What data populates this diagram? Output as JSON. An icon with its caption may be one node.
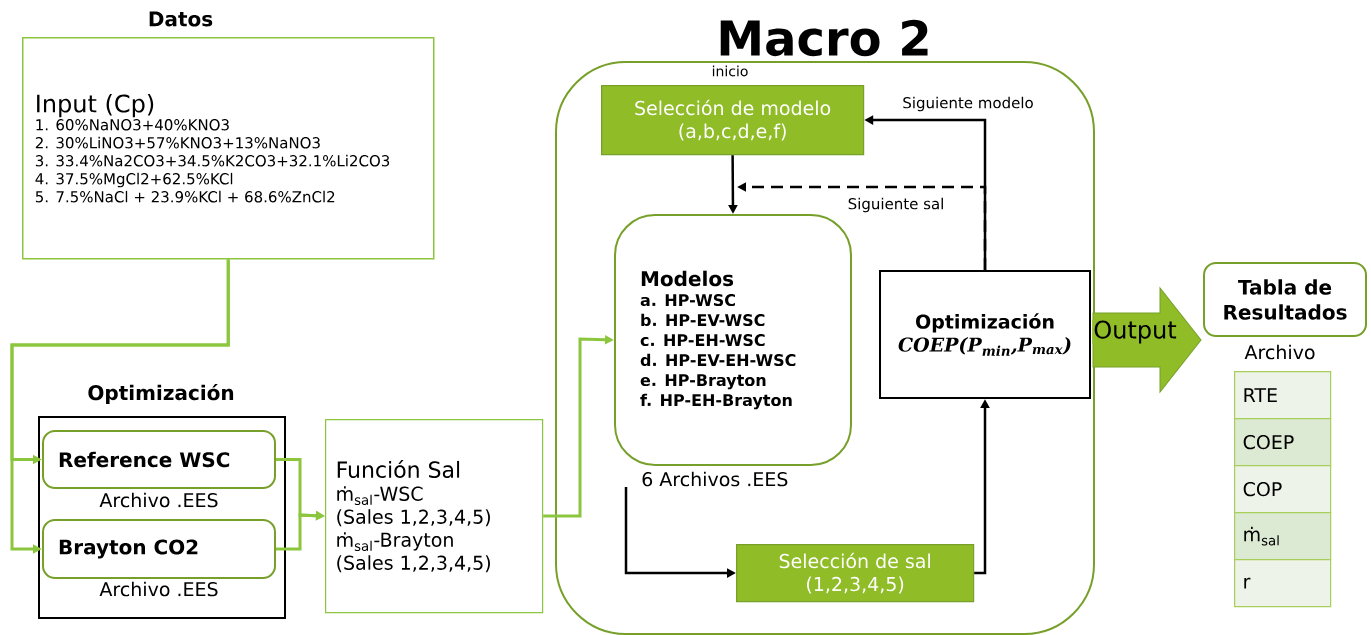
{
  "diagram": {
    "nodes": [
      {
        "text": [
          "Datos",
          "Input (Cp)",
          "1. 60%NaNO3+40%KNO3",
          "2. 30%LiNO3+57%KNO3+13%NaNO3",
          "3. 33.4%Na2CO3+34.5%K2CO3+32.1%Li2CO3",
          "4. 37.5%MgCl2+62.5%KCl",
          "5. 7.5%NaCl + 23.9%KCl + 68.6%ZnCl2"
        ]
      },
      {
        "text": [
          "Optimización"
        ]
      },
      {
        "text": [
          "Reference WSC"
        ],
        "in": 1,
        "beside": [
          "Archivo .EES"
        ]
      },
      {
        "text": [
          "Brayton CO2"
        ],
        "in": 1,
        "beside": [
          "Archivo .EES"
        ]
      },
      {
        "text": [
          "Función Sal",
          "ṁ$_{sal}$-WSC",
          "(Sales 1,2,3,4,5)",
          "ṁ$_{sal}$-Brayton",
          "(Sales 1,2,3,4,5)"
        ]
      },
      {
        "text": [
          "Macro 2"
        ]
      },
      {
        "text": [
          "Selección de modelo (a,b,c,d,e,f)"
        ],
        "in": 5,
        "beside": [
          "inicio"
        ]
      },
      {
        "text": [
          "Modelos",
          "a. HP-WSC",
          "b. HP-EV-WSC",
          "c. HP-EH-WSC",
          "d. HP-EV-EH-WSC",
          "e. HP-Brayton",
          "f. HP-EH-Brayton"
        ],
        "in": 5,
        "beside": [
          "6 Archivos .EES"
        ]
      },
      {
        "text": [
          "Optimización",
          "COEP(P$_{min}$,P$_{max}$)"
        ],
        "in": 5
      },
      {
        "text": [
          "Selección de sal (1,2,3,4,5)"
        ],
        "in": 5
      },
      {
        "text": [
          "Tabla de Resultados"
        ],
        "beside": [
          "Archivo"
        ]
      }
    ],
    "edges": [
      {
        "from": 0,
        "to": 2,
        "arrow": "to"
      },
      {
        "from": 0,
        "to": 3,
        "arrow": "to"
      },
      {
        "from": 2,
        "to": 4,
        "arrow": "to"
      },
      {
        "from": 3,
        "to": 4,
        "arrow": "to"
      },
      {
        "from": 4,
        "to": 7,
        "arrow": "to"
      },
      {
        "from": 6,
        "to": 7,
        "arrow": "to",
        "color": "#000000"
      },
      {
        "from": 8,
        "to": 6,
        "arrow": "to",
        "label": "Siguiente modelo",
        "color": "#000000"
      },
      {
        "from": 8,
        "to": 7,
        "arrow": "to",
        "label": "Siguiente sal",
        "style": "dashed",
        "color": "#000000"
      },
      {
        "from": 7,
        "to": 9,
        "arrow": "to",
        "color": "#000000"
      },
      {
        "from": 9,
        "to": 8,
        "arrow": "to",
        "color": "#000000"
      },
      {
        "from": 8,
        "to": 10,
        "arrow": "to",
        "label": "Output",
        "style": "thick"
      }
    ],
    "labels": [
      "RTE",
      "COEP",
      "COP",
      "ṁ$_{sal}$",
      "r"
    ]
  }
}
